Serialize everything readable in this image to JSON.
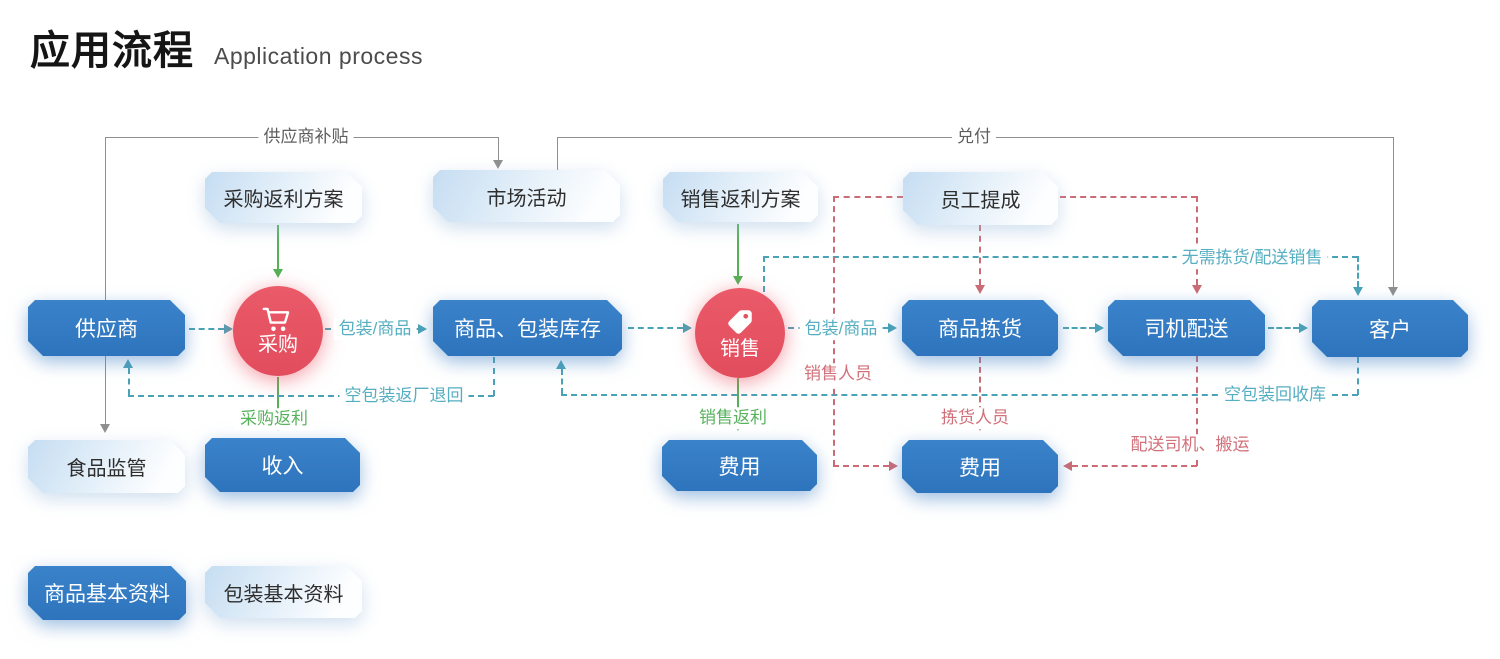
{
  "title": {
    "zh": "应用流程",
    "en": "Application process"
  },
  "nodes": {
    "purchase_plan": "采购返利方案",
    "market_activity": "市场活动",
    "sales_plan": "销售返利方案",
    "staff_commission": "员工提成",
    "supplier": "供应商",
    "inventory": "商品、包装库存",
    "picking": "商品拣货",
    "delivery": "司机配送",
    "customer": "客户",
    "food_regulation": "食品监管",
    "income": "收入",
    "expense_sales": "费用",
    "expense_staff": "费用",
    "goods_basic_data": "商品基本资料",
    "package_basic_data": "包装基本资料"
  },
  "circles": {
    "purchase": "采购",
    "sales": "销售"
  },
  "edge_labels": {
    "supplier_subsidy": "供应商补贴",
    "redemption": "兑付",
    "package_goods_left": "包装/商品",
    "package_goods_right": "包装/商品",
    "purchase_rebate": "采购返利",
    "sales_rebate": "销售返利",
    "empty_package_return_factory": "空包装返厂退回",
    "empty_package_recycle": "空包装回收库",
    "no_picking_delivery_sales": "无需拣货/配送销售",
    "sales_staff": "销售人员",
    "picking_staff": "拣货人员",
    "delivery_driver_porter": "配送司机、搬运"
  },
  "icons": {
    "purchase_circle": "cart-icon",
    "sales_circle": "tag-icon"
  },
  "colors": {
    "node_blue": "#2d74bd",
    "node_light": "#c5ddf2",
    "circle_red": "#e4515f",
    "line_gray": "#8f8f8f",
    "line_teal": "#4aa2b6",
    "line_green": "#55b158",
    "line_red": "#cb6b76",
    "title_black": "#151515"
  }
}
